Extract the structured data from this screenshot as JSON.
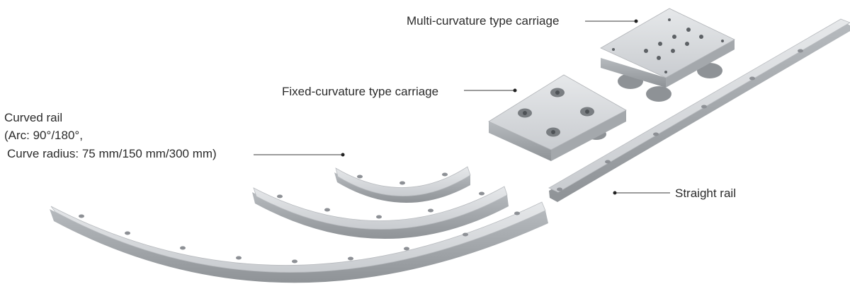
{
  "labels": {
    "multi_carriage": "Multi-curvature type carriage",
    "fixed_carriage": "Fixed-curvature type carriage",
    "curved_rail": {
      "line1": "Curved rail",
      "line2": "(Arc: 90°/180°,",
      "line3": " Curve radius: 75 mm/150 mm/300 mm)"
    },
    "straight_rail": "Straight rail"
  },
  "colors": {
    "rail_top": "#d6d9dc",
    "rail_side": "#a9adb2",
    "carriage_top": "#d3d6d9",
    "carriage_side": "#9ea2a6",
    "text": "#2b2b2b"
  }
}
